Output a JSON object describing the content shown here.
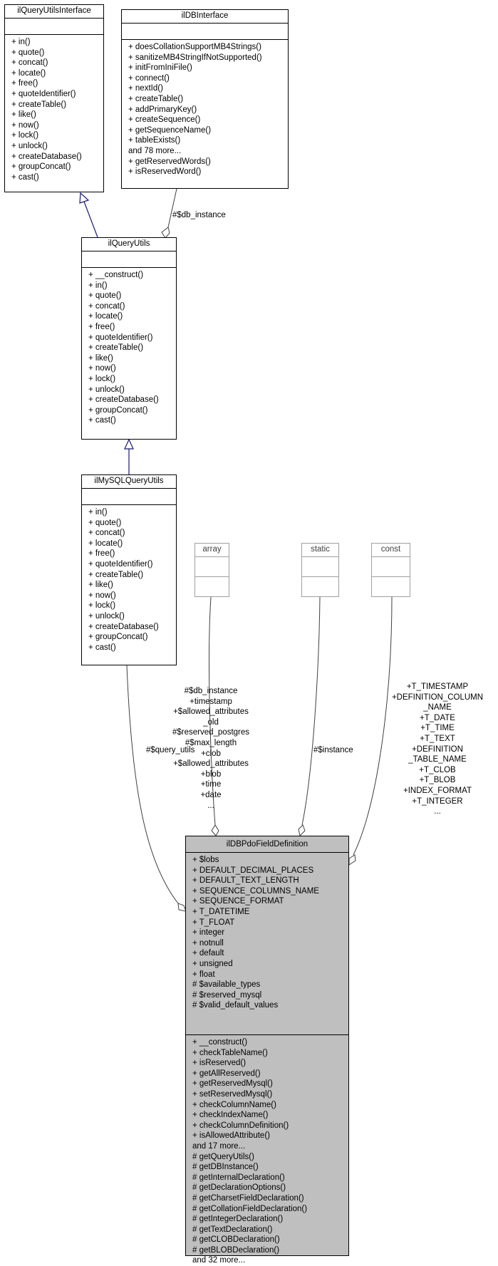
{
  "classes": {
    "iface": {
      "name": "ilQueryUtilsInterface",
      "attributes": [],
      "methods": [
        "+ in()",
        "+ quote()",
        "+ concat()",
        "+ locate()",
        "+ free()",
        "+ quoteIdentifier()",
        "+ createTable()",
        "+ like()",
        "+ now()",
        "+ lock()",
        "+ unlock()",
        "+ createDatabase()",
        "+ groupConcat()",
        "+ cast()"
      ]
    },
    "dbiface": {
      "name": "ilDBInterface",
      "attributes": [],
      "methods": [
        "+ doesCollationSupportMB4Strings()",
        "+ sanitizeMB4StringIfNotSupported()",
        "+ initFromIniFile()",
        "+ connect()",
        "+ nextId()",
        "+ createTable()",
        "+ addPrimaryKey()",
        "+ createSequence()",
        "+ getSequenceName()",
        "+ tableExists()",
        "and 78 more...",
        "+ getReservedWords()",
        "+ isReservedWord()"
      ]
    },
    "qutils": {
      "name": "ilQueryUtils",
      "attributes": [],
      "methods": [
        "+ __construct()",
        "+ in()",
        "+ quote()",
        "+ concat()",
        "+ locate()",
        "+ free()",
        "+ quoteIdentifier()",
        "+ createTable()",
        "+ like()",
        "+ now()",
        "+ lock()",
        "+ unlock()",
        "+ createDatabase()",
        "+ groupConcat()",
        "+ cast()"
      ]
    },
    "mysql": {
      "name": "ilMySQLQueryUtils",
      "attributes": [],
      "methods": [
        "+ in()",
        "+ quote()",
        "+ concat()",
        "+ locate()",
        "+ free()",
        "+ quoteIdentifier()",
        "+ createTable()",
        "+ like()",
        "+ now()",
        "+ lock()",
        "+ unlock()",
        "+ createDatabase()",
        "+ groupConcat()",
        "+ cast()"
      ]
    },
    "array": {
      "name": "array"
    },
    "static": {
      "name": "static"
    },
    "const": {
      "name": "const"
    },
    "pdo": {
      "name": "ilDBPdoFieldDefinition",
      "attributes": [
        "+ $lobs",
        "+ DEFAULT_DECIMAL_PLACES",
        "+ DEFAULT_TEXT_LENGTH",
        "+ SEQUENCE_COLUMNS_NAME",
        "+ SEQUENCE_FORMAT",
        "+ T_DATETIME",
        "+ T_FLOAT",
        "+ integer",
        "+ notnull",
        "+ default",
        "+ unsigned",
        "+ float",
        "# $available_types",
        "# $reserved_mysql",
        "# $valid_default_values"
      ],
      "methods": [
        "+ __construct()",
        "+ checkTableName()",
        "+ isReserved()",
        "+ getAllReserved()",
        "+ getReservedMysql()",
        "+ setReservedMysql()",
        "+ checkColumnName()",
        "+ checkIndexName()",
        "+ checkColumnDefinition()",
        "+ isAllowedAttribute()",
        "and 17 more...",
        "# getQueryUtils()",
        "# getDBInstance()",
        "# getInternalDeclaration()",
        "# getDeclarationOptions()",
        "# getCharsetFieldDeclaration()",
        "# getCollationFieldDeclaration()",
        "# getIntegerDeclaration()",
        "# getTextDeclaration()",
        "# getCLOBDeclaration()",
        "# getBLOBDeclaration()",
        "and 32 more..."
      ]
    }
  },
  "edge_labels": {
    "db_instance": [
      "#$db_instance"
    ],
    "query_utils": [
      "#$query_utils"
    ],
    "array": [
      "#$db_instance",
      "+timestamp",
      "+$allowed_attributes",
      "_old",
      "#$reserved_postgres",
      "#$max_length",
      "+clob",
      "+$allowed_attributes",
      "+blob",
      "+time",
      "+date",
      "..."
    ],
    "static": [
      "#$instance"
    ],
    "const": [
      "+T_TIMESTAMP",
      "+DEFINITION_COLUMN",
      "_NAME",
      "+T_DATE",
      "+T_TIME",
      "+T_TEXT",
      "+DEFINITION",
      "_TABLE_NAME",
      "+T_CLOB",
      "+T_BLOB",
      "+INDEX_FORMAT",
      "+T_INTEGER",
      "..."
    ]
  }
}
